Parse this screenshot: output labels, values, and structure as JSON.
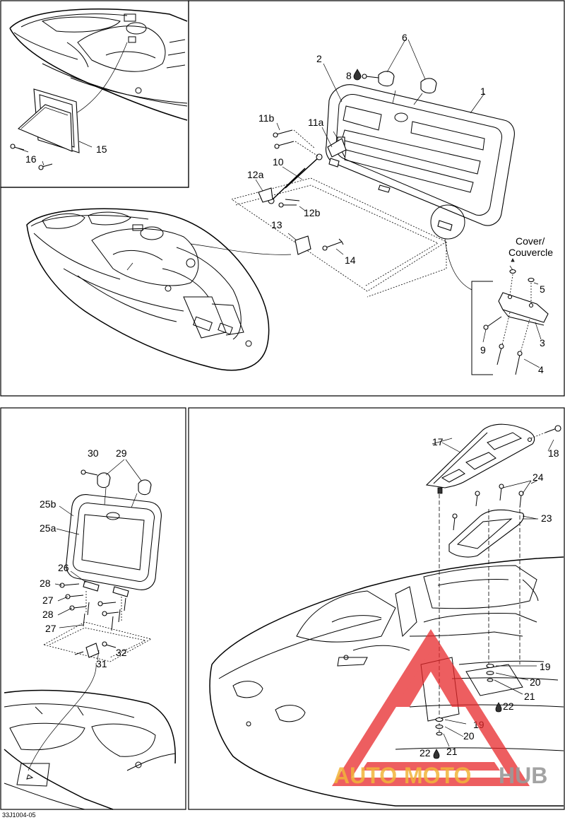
{
  "callouts": {
    "p1": "1",
    "p2": "2",
    "p3": "3",
    "p4": "4",
    "p5": "5",
    "p6": "6",
    "p8": "8",
    "p9": "9",
    "p10": "10",
    "p11a": "11a",
    "p11b": "11b",
    "p12a": "12a",
    "p12b": "12b",
    "p13": "13",
    "p14": "14",
    "p15": "15",
    "p16": "16",
    "p17": "17",
    "p18": "18",
    "p19a": "19",
    "p19b": "19",
    "p20a": "20",
    "p20b": "20",
    "p21a": "21",
    "p21b": "21",
    "p22a": "22",
    "p22b": "22",
    "p23": "23",
    "p24": "24",
    "p25a": "25a",
    "p25b": "25b",
    "p26": "26",
    "p27a": "27",
    "p27b": "27",
    "p28a": "28",
    "p28b": "28",
    "p29": "29",
    "p30": "30",
    "p31": "31",
    "p32": "32"
  },
  "cover_label_en": "Cover/",
  "cover_label_fr": "Couvercle",
  "figure_code": "33J1004-05",
  "watermark": {
    "auto": "AUTO",
    "moto": "MOTO",
    "hub": "HUB",
    "colors": {
      "triangle": "#e8292b",
      "auto": "#f2b53a",
      "moto": "#f2b53a",
      "hub": "#9a9a9a"
    }
  }
}
